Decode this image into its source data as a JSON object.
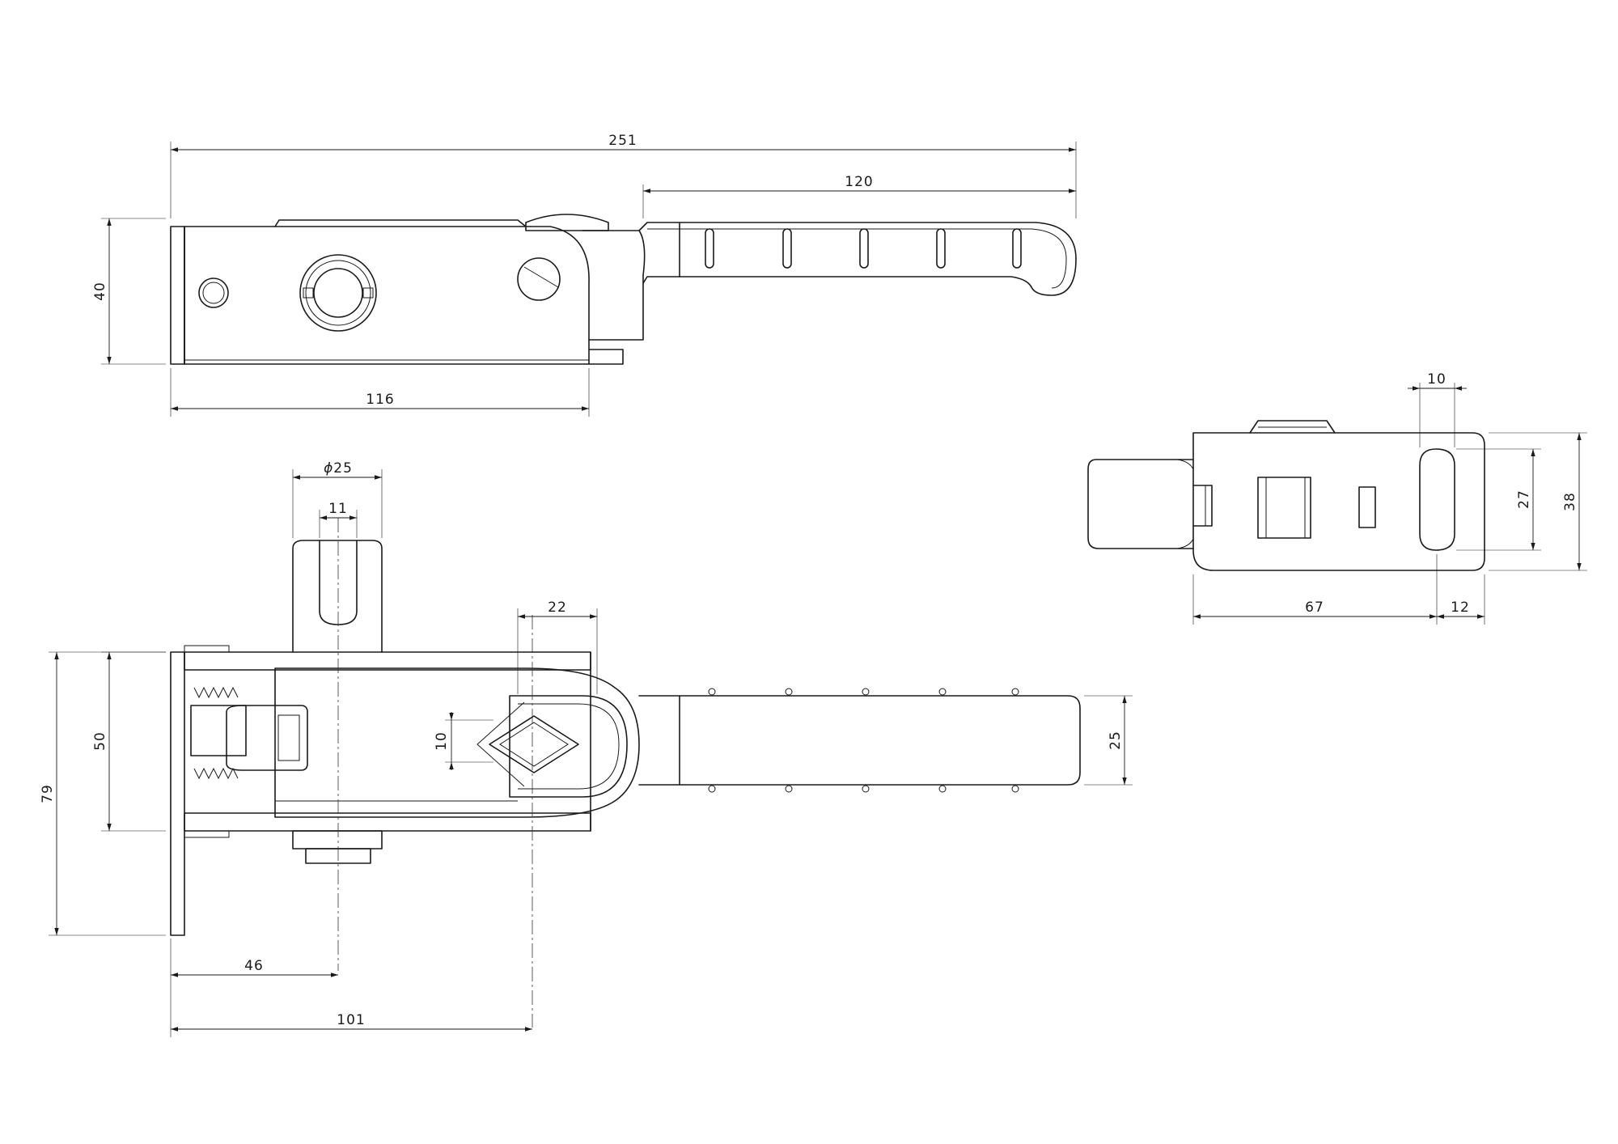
{
  "dimensions": {
    "top_view": {
      "overall_length": "251",
      "handle_length": "120",
      "height": "40",
      "base_length": "116"
    },
    "front_view": {
      "pin_diameter": "25",
      "pin_diameter_symbol": "ϕ",
      "slot_width": "11",
      "keeper_width": "22",
      "bracket_height": "50",
      "plate_height": "79",
      "keeper_opening": "10",
      "handle_width": "25",
      "pin_offset": "46",
      "keeper_offset": "101"
    },
    "side_view": {
      "slot_width": "10",
      "slot_length": "27",
      "plate_height": "38",
      "body_length": "67",
      "edge_distance": "12"
    }
  }
}
